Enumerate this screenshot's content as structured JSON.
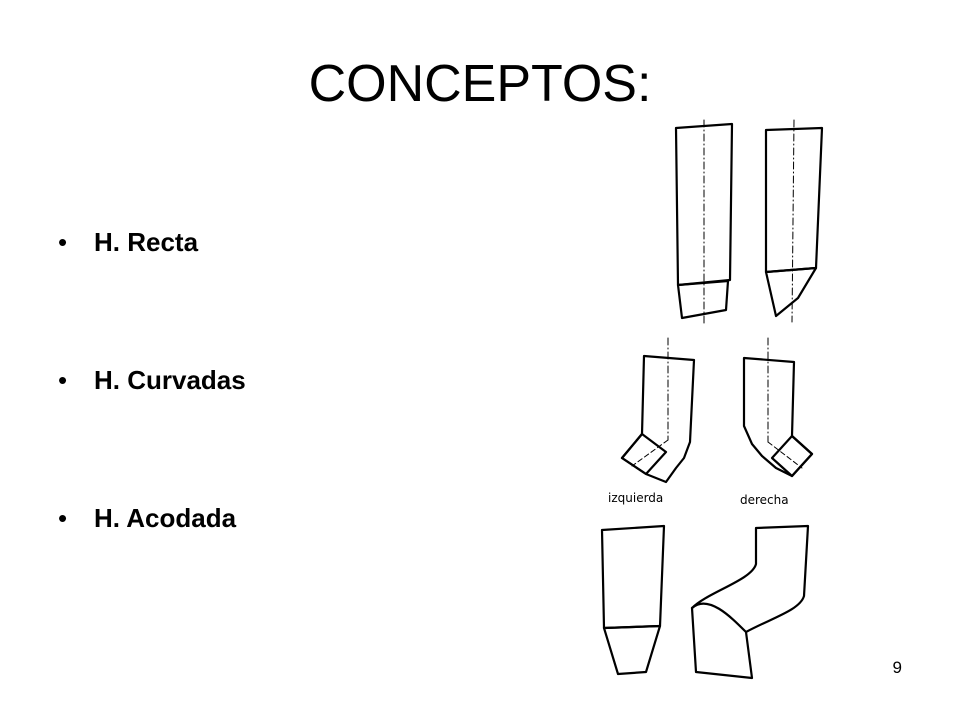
{
  "slide": {
    "title": "CONCEPTOS:",
    "bullets": [
      {
        "label": "H. Recta"
      },
      {
        "label": "H. Curvadas"
      },
      {
        "label": "H. Acodada"
      }
    ],
    "figure_labels": {
      "left": "izquierda",
      "right": "derecha"
    },
    "page_number": "9"
  }
}
